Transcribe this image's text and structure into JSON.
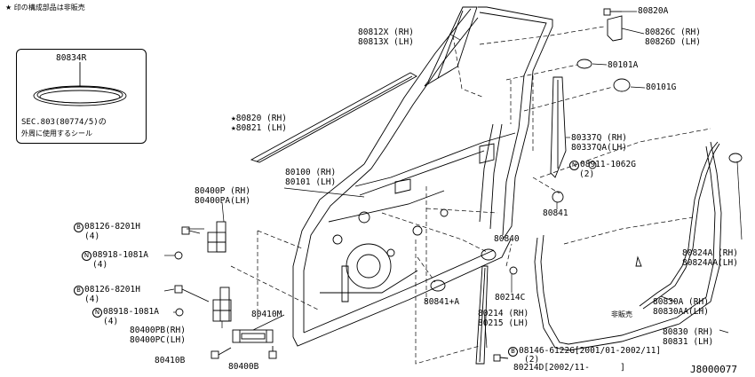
{
  "header_note": "★ 印の構成部品は非販売",
  "inset": {
    "part": "80834R",
    "caption_line1": "SEC.803(80774/5)の",
    "caption_line2": "外周に使用するシール"
  },
  "labels": {
    "p80820A": "80820A",
    "p80826C": "80826C (RH)",
    "p80826D": "80826D (LH)",
    "p80812X": "80812X (RH)",
    "p80813X": "80813X (LH)",
    "p80101A": "80101A",
    "p80101G": "80101G",
    "p80820": "★80820 (RH)",
    "p80821": "★80821 (LH)",
    "p80337Q": "80337Q (RH)",
    "p80337QA": "80337QA(LH)",
    "n08911_code": "08911-1062G",
    "n08911_qty": "(2)",
    "p80100": "80100 (RH)",
    "p80101": "80101 (LH)",
    "p80400P": "80400P (RH)",
    "p80400PA": "80400PA(LH)",
    "b08126_a_code": "08126-8201H",
    "b08126_a_qty": "(4)",
    "n08918_a_code": "08918-1081A",
    "n08918_a_qty": "(4)",
    "p80841": "80841",
    "p80840": "80840",
    "p80824A": "80824A (RH)",
    "p80824AA": "80824AA(LH)",
    "b08126_b_code": "08126-8201H",
    "b08126_b_qty": "(4)",
    "n08918_b_code": "08918-1081A",
    "n08918_b_qty": "(4)",
    "p80841A": "80841+A",
    "p80214C": "80214C",
    "p80830A": "80830A (RH)",
    "p80830AA": "80830AA(LH)",
    "not_sold": "非販売",
    "p80410M": "80410M",
    "p80214": "80214 (RH)",
    "p80215": "80215 (LH)",
    "p80400PB": "80400PB(RH)",
    "p80400PC": "80400PC(LH)",
    "p80830": "80830 (RH)",
    "p80831": "80831 (LH)",
    "b08146_code": "08146-6122G[2001/01-2002/11]",
    "b08146_qty": "(2)",
    "p80214D": "80214D[2002/11-      ]",
    "p80410B": "80410B",
    "p80400B": "80400B",
    "diagram_id": "J8000077"
  },
  "badges": {
    "bolt": "B",
    "nut": "N"
  }
}
